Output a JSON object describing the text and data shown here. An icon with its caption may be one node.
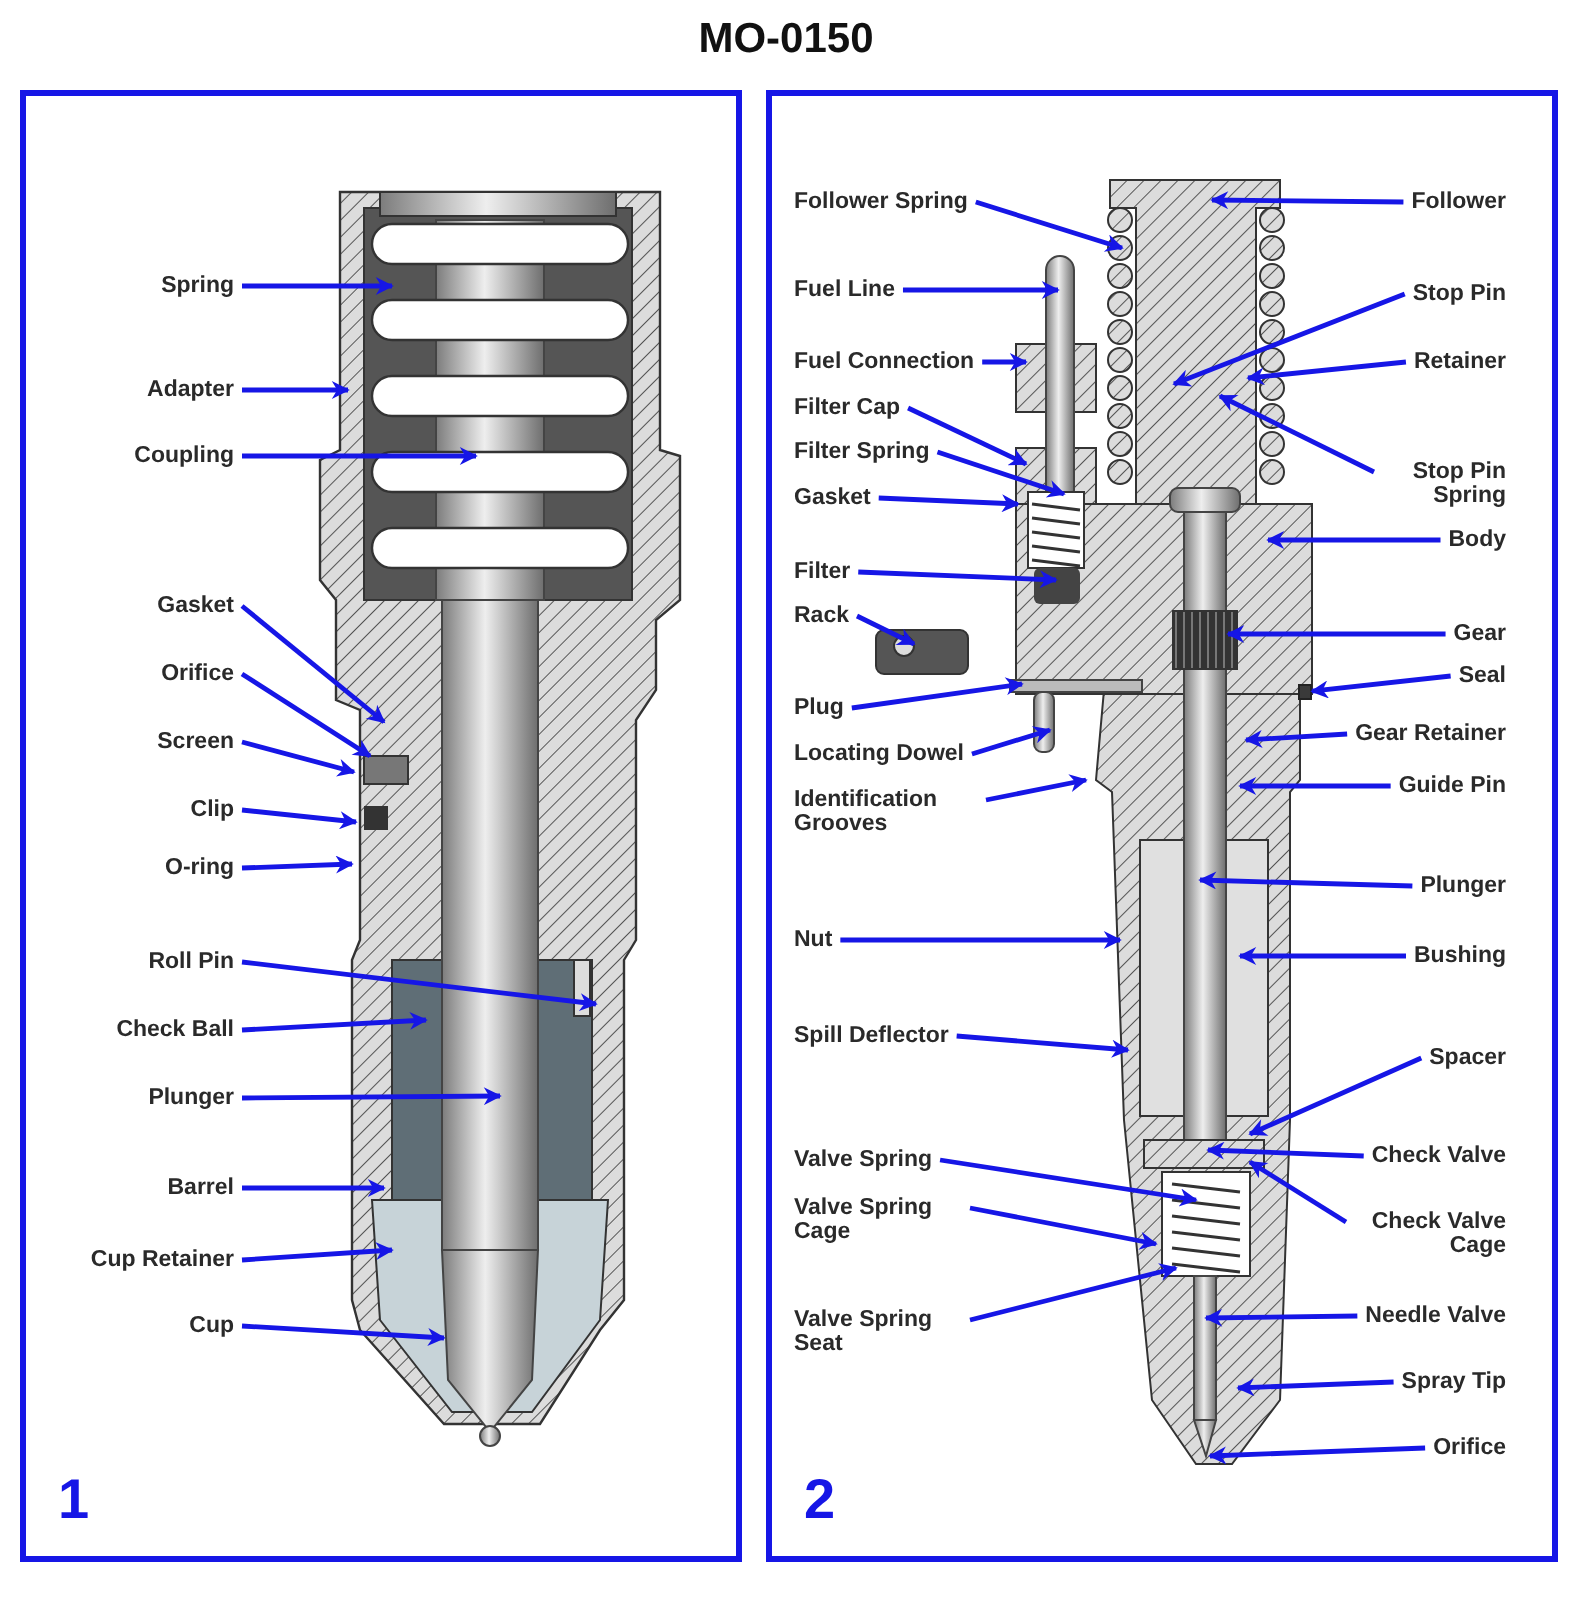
{
  "diagram": {
    "title": "MO-0150",
    "nodes": [
      {
        "text": [
          "1"
        ]
      },
      {
        "text": [
          "2"
        ]
      },
      {
        "text": [
          "Spring"
        ],
        "in": 0
      },
      {
        "text": [
          "Adapter"
        ],
        "in": 0
      },
      {
        "text": [
          "Coupling"
        ],
        "in": 0
      },
      {
        "text": [
          "Gasket"
        ],
        "in": 0
      },
      {
        "text": [
          "Orifice"
        ],
        "in": 0
      },
      {
        "text": [
          "Screen"
        ],
        "in": 0
      },
      {
        "text": [
          "Clip"
        ],
        "in": 0
      },
      {
        "text": [
          "O-ring"
        ],
        "in": 0
      },
      {
        "text": [
          "Roll Pin"
        ],
        "in": 0
      },
      {
        "text": [
          "Check Ball"
        ],
        "in": 0
      },
      {
        "text": [
          "Plunger"
        ],
        "in": 0
      },
      {
        "text": [
          "Barrel"
        ],
        "in": 0
      },
      {
        "text": [
          "Cup Retainer"
        ],
        "in": 0
      },
      {
        "text": [
          "Cup"
        ],
        "in": 0
      },
      {
        "text": [
          "Follower Spring"
        ],
        "in": 1
      },
      {
        "text": [
          "Follower"
        ],
        "in": 1
      },
      {
        "text": [
          "Fuel Line"
        ],
        "in": 1
      },
      {
        "text": [
          "Stop Pin"
        ],
        "in": 1
      },
      {
        "text": [
          "Fuel Connection"
        ],
        "in": 1
      },
      {
        "text": [
          "Retainer"
        ],
        "in": 1
      },
      {
        "text": [
          "Filter Cap"
        ],
        "in": 1
      },
      {
        "text": [
          "Filter Spring"
        ],
        "in": 1
      },
      {
        "text": [
          "Stop Pin Spring"
        ],
        "in": 1
      },
      {
        "text": [
          "Gasket"
        ],
        "in": 1
      },
      {
        "text": [
          "Body"
        ],
        "in": 1
      },
      {
        "text": [
          "Filter"
        ],
        "in": 1
      },
      {
        "text": [
          "Rack"
        ],
        "in": 1
      },
      {
        "text": [
          "Gear"
        ],
        "in": 1
      },
      {
        "text": [
          "Plug"
        ],
        "in": 1
      },
      {
        "text": [
          "Seal"
        ],
        "in": 1
      },
      {
        "text": [
          "Gear Retainer"
        ],
        "in": 1
      },
      {
        "text": [
          "Locating Dowel"
        ],
        "in": 1
      },
      {
        "text": [
          "Identification Grooves"
        ],
        "in": 1
      },
      {
        "text": [
          "Guide Pin"
        ],
        "in": 1
      },
      {
        "text": [
          "Plunger"
        ],
        "in": 1
      },
      {
        "text": [
          "Nut"
        ],
        "in": 1
      },
      {
        "text": [
          "Bushing"
        ],
        "in": 1
      },
      {
        "text": [
          "Spill Deflector"
        ],
        "in": 1
      },
      {
        "text": [
          "Spacer"
        ],
        "in": 1
      },
      {
        "text": [
          "Valve Spring"
        ],
        "in": 1
      },
      {
        "text": [
          "Check Valve"
        ],
        "in": 1
      },
      {
        "text": [
          "Valve Spring Cage"
        ],
        "in": 1
      },
      {
        "text": [
          "Check Valve Cage"
        ],
        "in": 1
      },
      {
        "text": [
          "Needle Valve"
        ],
        "in": 1
      },
      {
        "text": [
          "Valve Spring Seat"
        ],
        "in": 1
      },
      {
        "text": [
          "Spray Tip"
        ],
        "in": 1
      },
      {
        "text": [
          "Orifice"
        ],
        "in": 1
      },
      {
        "text": [],
        "shape": "box",
        "in": 1
      }
    ],
    "edges": [
      {
        "from": 2,
        "to": null,
        "arrow": "to"
      },
      {
        "from": 3,
        "to": null,
        "arrow": "to"
      },
      {
        "from": 4,
        "to": null,
        "arrow": "to"
      },
      {
        "from": 5,
        "to": null,
        "arrow": "to"
      },
      {
        "from": 6,
        "to": null,
        "arrow": "to"
      },
      {
        "from": 7,
        "to": null,
        "arrow": "to"
      },
      {
        "from": 8,
        "to": null,
        "arrow": "to"
      },
      {
        "from": 9,
        "to": null,
        "arrow": "to"
      },
      {
        "from": 10,
        "to": null,
        "arrow": "to"
      },
      {
        "from": 11,
        "to": null,
        "arrow": "to"
      },
      {
        "from": 12,
        "to": null,
        "arrow": "to"
      },
      {
        "from": 13,
        "to": null,
        "arrow": "to"
      },
      {
        "from": 14,
        "to": null,
        "arrow": "to"
      },
      {
        "from": 15,
        "to": null,
        "arrow": "to"
      },
      {
        "from": 16,
        "to": null,
        "arrow": "to"
      },
      {
        "from": 17,
        "to": null,
        "arrow": "to"
      },
      {
        "from": 18,
        "to": null,
        "arrow": "to"
      },
      {
        "from": 19,
        "to": null,
        "arrow": "to"
      },
      {
        "from": 20,
        "to": null,
        "arrow": "to"
      },
      {
        "from": 21,
        "to": null,
        "arrow": "to"
      },
      {
        "from": 22,
        "to": null,
        "arrow": "to"
      },
      {
        "from": 23,
        "to": null,
        "arrow": "to"
      },
      {
        "from": 24,
        "to": null,
        "arrow": "to"
      },
      {
        "from": 25,
        "to": null,
        "arrow": "to"
      },
      {
        "from": 26,
        "to": null,
        "arrow": "to"
      },
      {
        "from": 27,
        "to": null,
        "arrow": "to"
      },
      {
        "from": 28,
        "to": null,
        "arrow": "to"
      },
      {
        "from": 29,
        "to": null,
        "arrow": "to"
      },
      {
        "from": 30,
        "to": null,
        "arrow": "to"
      },
      {
        "from": 31,
        "to": 49,
        "arrow": "to"
      },
      {
        "from": 32,
        "to": null,
        "arrow": "to"
      },
      {
        "from": 33,
        "to": null,
        "arrow": "to"
      },
      {
        "from": 34,
        "to": null,
        "arrow": "to"
      },
      {
        "from": 35,
        "to": null,
        "arrow": "to"
      },
      {
        "from": 36,
        "to": null,
        "arrow": "to"
      },
      {
        "from": 37,
        "to": null,
        "arrow": "to"
      },
      {
        "from": 38,
        "to": null,
        "arrow": "to"
      },
      {
        "from": 39,
        "to": null,
        "arrow": "to"
      },
      {
        "from": 40,
        "to": null,
        "arrow": "to"
      },
      {
        "from": 41,
        "to": null,
        "arrow": "to"
      },
      {
        "from": 42,
        "to": null,
        "arrow": "to"
      },
      {
        "from": 43,
        "to": null,
        "arrow": "to"
      },
      {
        "from": 44,
        "to": null,
        "arrow": "to"
      },
      {
        "from": 45,
        "to": null,
        "arrow": "to"
      },
      {
        "from": 46,
        "to": null,
        "arrow": "to"
      },
      {
        "from": 47,
        "to": null,
        "arrow": "to"
      },
      {
        "from": 48,
        "to": null,
        "arrow": "to"
      }
    ]
  }
}
